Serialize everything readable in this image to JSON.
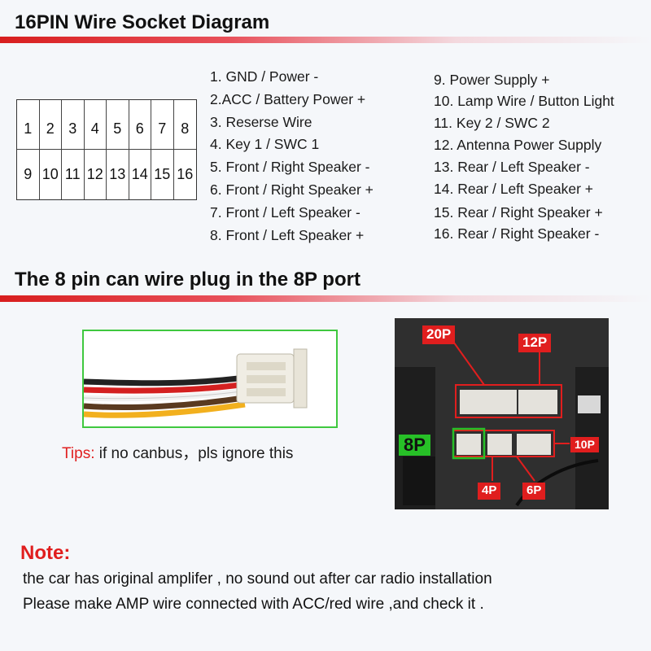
{
  "header": {
    "title": "16PIN Wire Socket Diagram"
  },
  "pin_grid": {
    "row1": [
      "1",
      "2",
      "3",
      "4",
      "5",
      "6",
      "7",
      "8"
    ],
    "row2": [
      "9",
      "10",
      "11",
      "12",
      "13",
      "14",
      "15",
      "16"
    ]
  },
  "pins_left": [
    "1. GND / Power -",
    "2.ACC / Battery Power +",
    "3. Reserse Wire",
    "4. Key 1 / SWC 1",
    "5. Front / Right Speaker -",
    "6. Front / Right Speaker +",
    "7. Front / Left Speaker -",
    "8. Front / Left Speaker +"
  ],
  "pins_right": [
    "9. Power Supply +",
    "10. Lamp Wire / Button Light",
    "11. Key 2 / SWC 2",
    "12. Antenna Power Supply",
    "13. Rear / Left Speaker -",
    "14. Rear / Left Speaker +",
    "15. Rear / Right Speaker +",
    "16. Rear / Right Speaker -"
  ],
  "section2": {
    "title": "The 8 pin can wire plug in the 8P port"
  },
  "tips": {
    "label": "Tips:",
    "text": " if no canbus，pls ignore this"
  },
  "port_labels": {
    "p20": "20P",
    "p12": "12P",
    "p8": "8P",
    "p10": "10P",
    "p4": "4P",
    "p6": "6P"
  },
  "note": {
    "title": "Note:",
    "line1": "the car has original amplifer , no sound out after car radio installation",
    "line2": "Please make AMP wire connected with ACC/red wire ,and check it ."
  },
  "colors": {
    "accent_red": "#e01e1e",
    "highlight_green": "#3fc83f"
  }
}
